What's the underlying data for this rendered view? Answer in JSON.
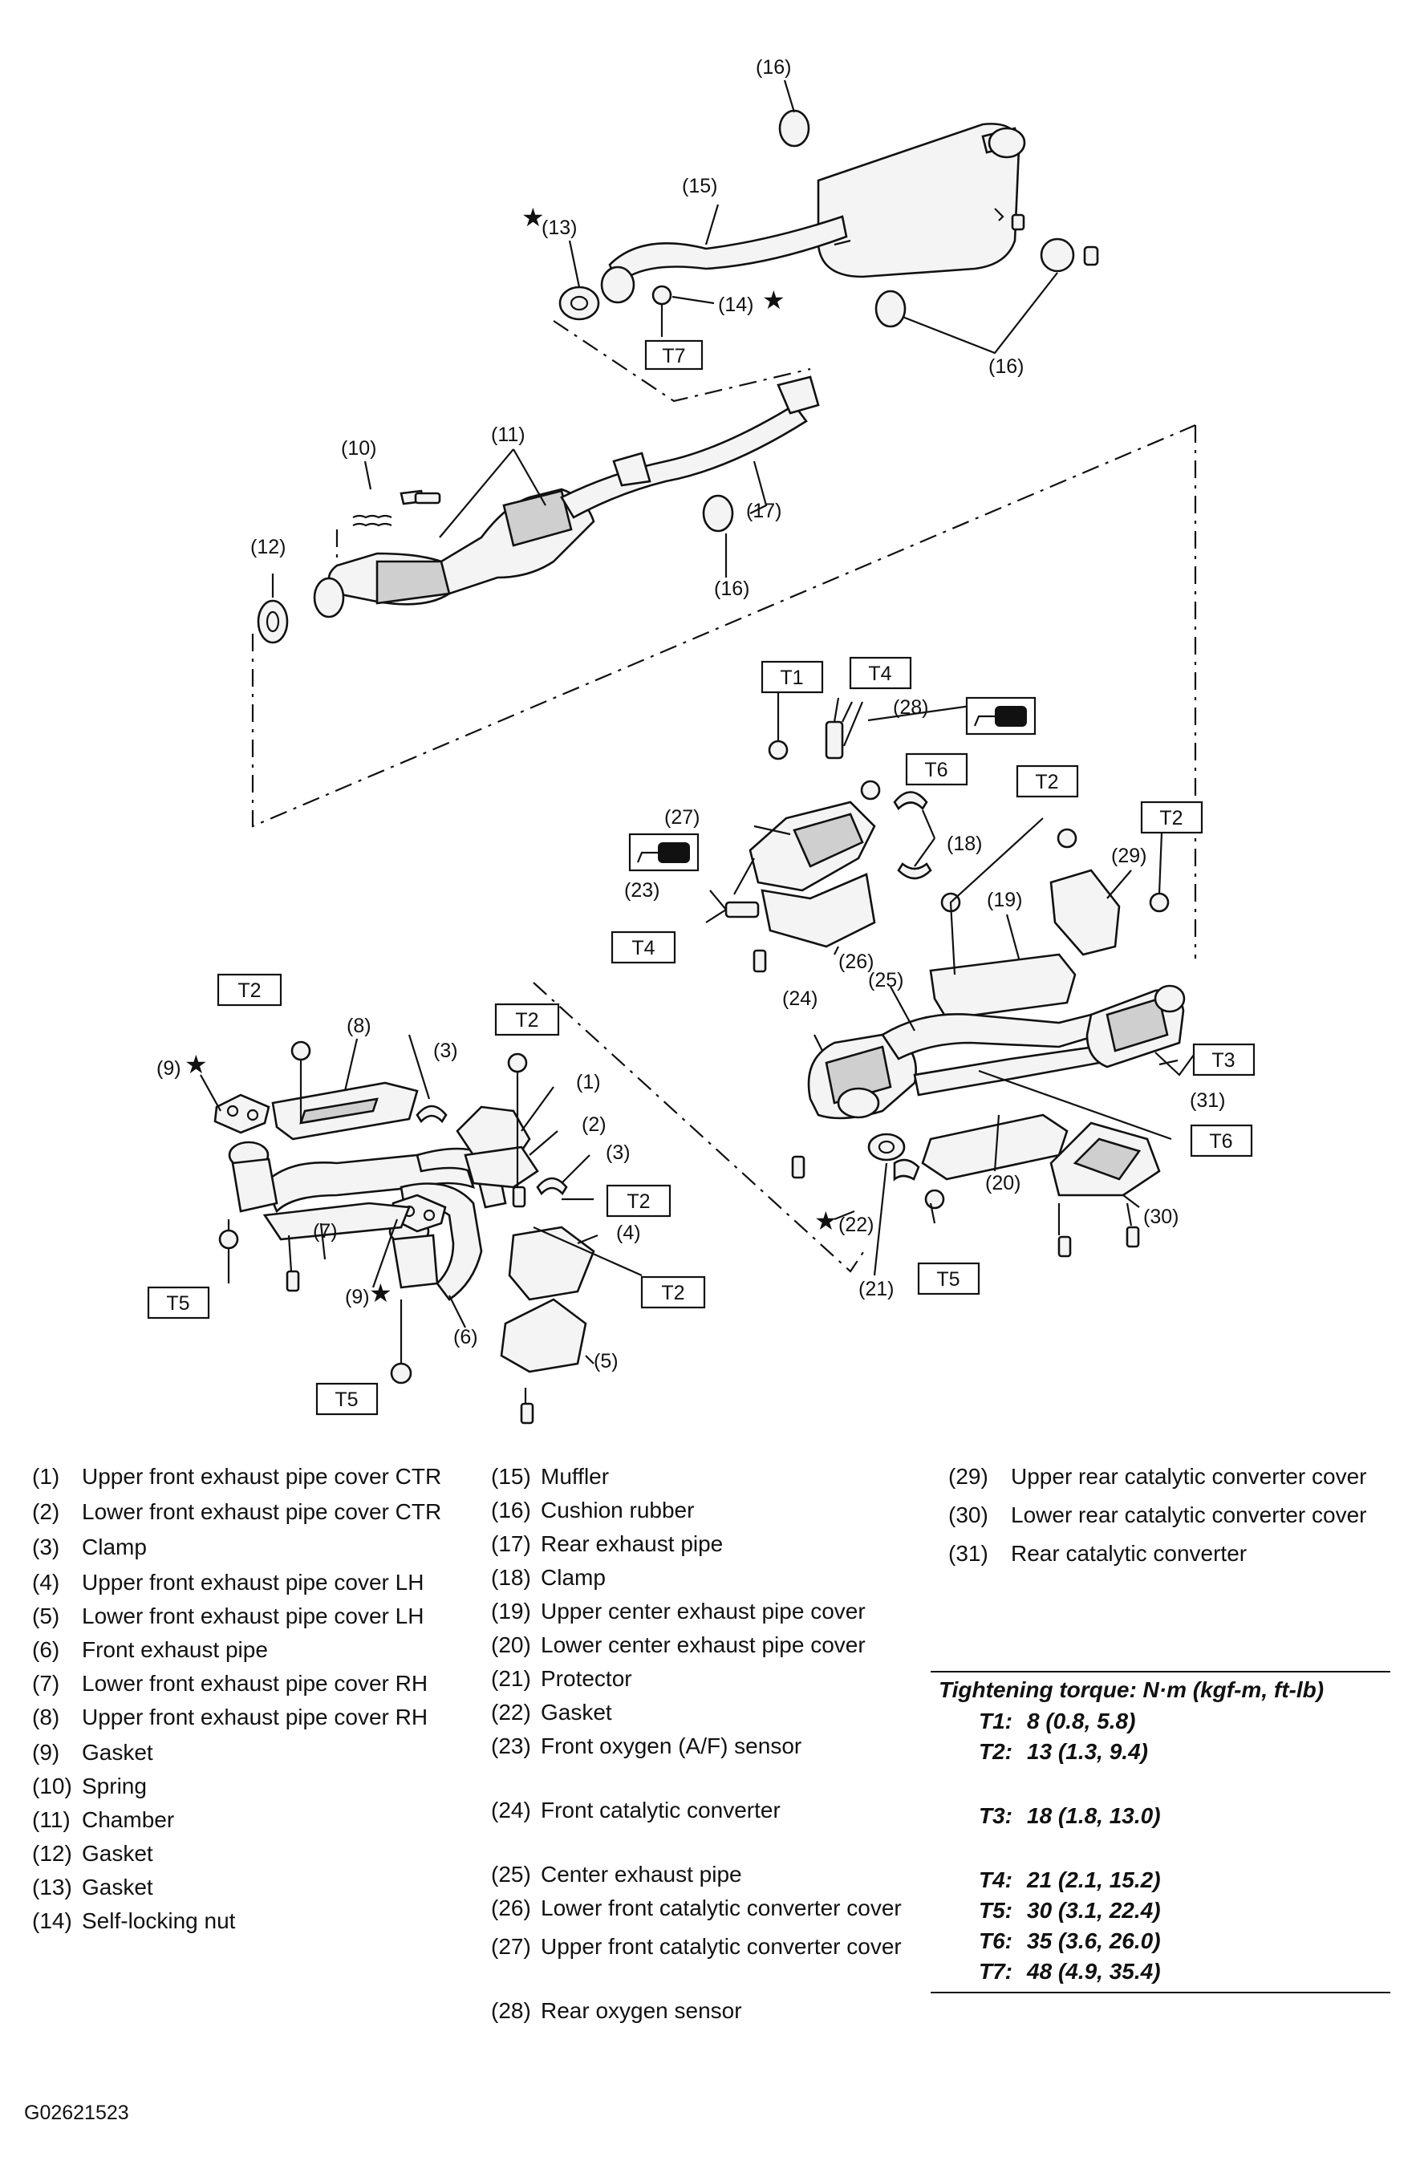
{
  "diagram": {
    "callouts": {
      "c1": "(1)",
      "c2": "(2)",
      "c3a": "(3)",
      "c3b": "(3)",
      "c4": "(4)",
      "c5": "(5)",
      "c6": "(6)",
      "c7": "(7)",
      "c8": "(8)",
      "c9a": "(9)",
      "c9b": "(9)",
      "c10": "(10)",
      "c11": "(11)",
      "c12": "(12)",
      "c13": "(13)",
      "c14": "(14)",
      "c15": "(15)",
      "c16a": "(16)",
      "c16b": "(16)",
      "c16c": "(16)",
      "c17": "(17)",
      "c18": "(18)",
      "c19": "(19)",
      "c20": "(20)",
      "c21": "(21)",
      "c22": "(22)",
      "c23": "(23)",
      "c24": "(24)",
      "c25": "(25)",
      "c26": "(26)",
      "c27": "(27)",
      "c28": "(28)",
      "c29": "(29)",
      "c30": "(30)",
      "c31": "(31)"
    },
    "torque_tags": {
      "t1": "T1",
      "t2a": "T2",
      "t2b": "T2",
      "t2c": "T2",
      "t2d": "T2",
      "t2e": "T2",
      "t2f": "T2",
      "t3": "T3",
      "t4a": "T4",
      "t4b": "T4",
      "t5a": "T5",
      "t5b": "T5",
      "t5c": "T5",
      "t6a": "T6",
      "t6b": "T6",
      "t7": "T7"
    },
    "star_symbol": "★"
  },
  "legend": {
    "col1": [
      {
        "num": "(1)",
        "text": "Upper front exhaust pipe cover CTR"
      },
      {
        "num": "(2)",
        "text": "Lower front exhaust pipe cover CTR"
      },
      {
        "num": "(3)",
        "text": "Clamp"
      },
      {
        "num": "(4)",
        "text": "Upper front exhaust pipe cover LH"
      },
      {
        "num": "(5)",
        "text": "Lower front exhaust pipe cover LH"
      },
      {
        "num": "(6)",
        "text": "Front exhaust pipe"
      },
      {
        "num": "(7)",
        "text": "Lower front exhaust pipe cover RH"
      },
      {
        "num": "(8)",
        "text": "Upper front exhaust pipe cover RH"
      },
      {
        "num": "(9)",
        "text": "Gasket"
      },
      {
        "num": "(10)",
        "text": "Spring"
      },
      {
        "num": "(11)",
        "text": "Chamber"
      },
      {
        "num": "(12)",
        "text": "Gasket"
      },
      {
        "num": "(13)",
        "text": "Gasket"
      },
      {
        "num": "(14)",
        "text": "Self-locking nut"
      }
    ],
    "col2": [
      {
        "num": "(15)",
        "text": "Muffler"
      },
      {
        "num": "(16)",
        "text": "Cushion rubber"
      },
      {
        "num": "(17)",
        "text": "Rear exhaust pipe"
      },
      {
        "num": "(18)",
        "text": "Clamp"
      },
      {
        "num": "(19)",
        "text": "Upper center exhaust pipe cover"
      },
      {
        "num": "(20)",
        "text": "Lower center exhaust pipe cover"
      },
      {
        "num": "(21)",
        "text": "Protector"
      },
      {
        "num": "(22)",
        "text": "Gasket"
      },
      {
        "num": "(23)",
        "text": "Front oxygen (A/F) sensor"
      },
      {
        "num": "(24)",
        "text": "Front catalytic converter"
      },
      {
        "num": "(25)",
        "text": "Center exhaust pipe"
      },
      {
        "num": "(26)",
        "text": "Lower front catalytic converter cover"
      },
      {
        "num": "(27)",
        "text": "Upper front catalytic converter cover"
      },
      {
        "num": "(28)",
        "text": "Rear oxygen sensor"
      }
    ],
    "col3": [
      {
        "num": "(29)",
        "text": "Upper rear catalytic converter cover"
      },
      {
        "num": "(30)",
        "text": "Lower rear catalytic converter cover"
      },
      {
        "num": "(31)",
        "text": "Rear catalytic converter"
      }
    ]
  },
  "torque": {
    "heading": "Tightening torque: N·m (kgf-m, ft-lb)",
    "rows": [
      {
        "code": "T1:",
        "value": "8 (0.8, 5.8)"
      },
      {
        "code": "T2:",
        "value": "13 (1.3, 9.4)"
      },
      {
        "code": "T3:",
        "value": "18 (1.8, 13.0)"
      },
      {
        "code": "T4:",
        "value": "21 (2.1, 15.2)"
      },
      {
        "code": "T5:",
        "value": "30 (3.1, 22.4)"
      },
      {
        "code": "T6:",
        "value": "35 (3.6, 26.0)"
      },
      {
        "code": "T7:",
        "value": "48 (4.9, 35.4)"
      }
    ]
  },
  "figure_id": "G02621523"
}
